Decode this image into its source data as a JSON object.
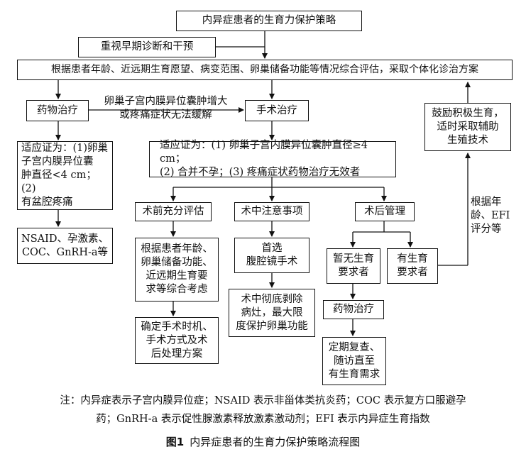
{
  "nodes": {
    "title": "内异症患者的生育力保护策略",
    "early": "重视早期诊断和干预",
    "assess": "根据患者年龄、近远期生育愿望、病变范围、卵巢储备功能等情况综合评估，采取个体化诊治方案",
    "drug": "药物治疗",
    "surgery": "手术治疗",
    "encourage": "鼓励积极生育，\n适时采取辅助\n生殖技术",
    "drug_indication": "适应证为：(1)卵巢\n子宫内膜异位囊\n肿直径<4 cm；(2)\n有盆腔疼痛",
    "surgery_indication": "适应证为：(1) 卵巢子宫内膜异位囊肿直径≥4 cm；\n(2) 合并不孕；(3) 疼痛症状药物治疗无效者",
    "drug_list": "NSAID、孕激素、\nCOC、GnRH-a等",
    "preop": "术前充分评估",
    "intraop": "术中注意事项",
    "postop": "术后管理",
    "preop_detail": "根据患者年龄、\n卵巢储备功能、\n近远期生育要\n求等综合考虑",
    "preop_plan": "确定手术时机、\n手术方式及术\n后处理方案",
    "intraop_choice": "首选\n腹腔镜手术",
    "intraop_detail": "术中彻底剥除\n病灶，最大限\n度保护卵巢功能",
    "no_fertility": "暂无生育\n要求者",
    "fertility": "有生育\n要求者",
    "post_drug": "药物治疗",
    "followup": "定期复查、\n随访直至\n有生育需求"
  },
  "edge_labels": {
    "drug_to_surgery": "卵巢子宫内膜异位囊肿增大\n或疼痛症状无法缓解",
    "efi": "根据年\n龄、EFI\n评分等"
  },
  "note_line1": "注：内异症表示子宫内膜异位症；NSAID 表示非甾体类抗炎药；COC 表示复方口服避孕",
  "note_line2": "药；GnRH-a 表示促性腺激素释放激素激动剂；EFI 表示内异症生育指数",
  "caption_num": "图1",
  "caption_text": "内异症患者的生育力保护策略流程图"
}
